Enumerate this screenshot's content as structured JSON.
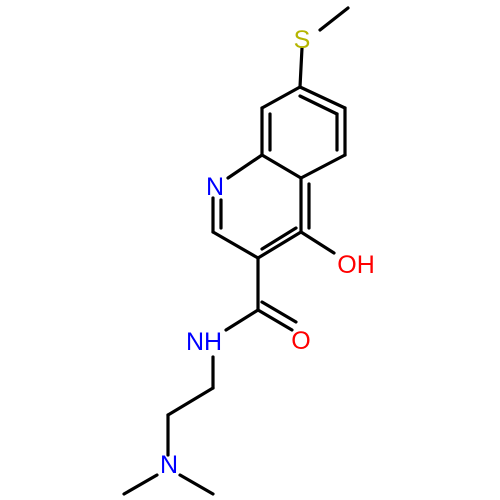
{
  "molecule": {
    "atoms": [
      {
        "id": "S",
        "symbol": "S",
        "label": "S",
        "color": "#b5b500"
      },
      {
        "id": "N1",
        "symbol": "N",
        "label": "N",
        "color": "#0000ff"
      },
      {
        "id": "O1",
        "symbol": "O",
        "label": "OH",
        "color": "#ff0000"
      },
      {
        "id": "O2",
        "symbol": "O",
        "label": "O",
        "color": "#ff0000"
      },
      {
        "id": "N2",
        "symbol": "N",
        "label": "NH",
        "color": "#0000ff"
      },
      {
        "id": "N3",
        "symbol": "N",
        "label": "N",
        "color": "#0000ff"
      }
    ],
    "bond_color": "#000000"
  }
}
